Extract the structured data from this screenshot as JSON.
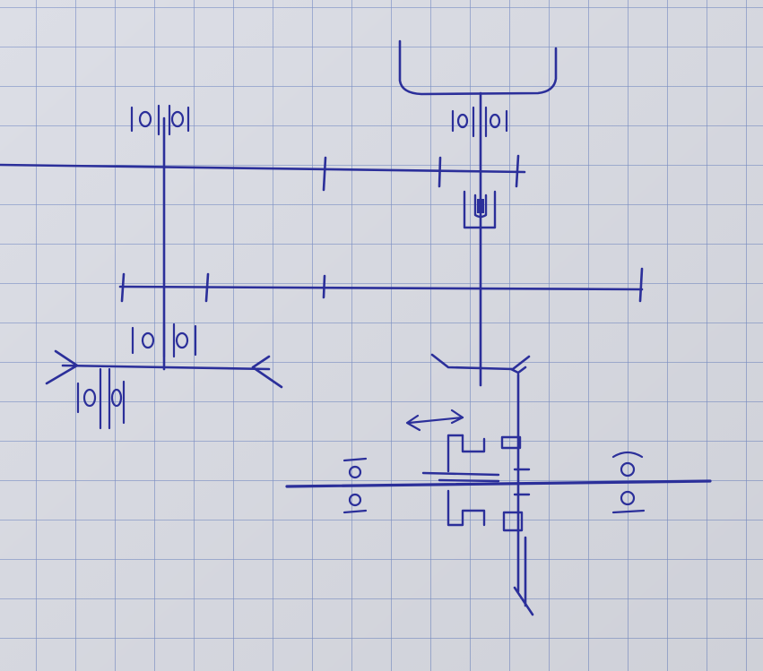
{
  "sheet": {
    "paper": "graph-paper",
    "paper_color": "#dcdee6",
    "grid_color": "#7f93c8",
    "ink_color": "#2b2f9a"
  },
  "diagram": {
    "kind": "hand-drawn kinematic scheme",
    "shafts": [
      "shaft-top",
      "shaft-middle",
      "shaft-bottom"
    ],
    "bearings": [
      "bearing-left-top",
      "bearing-left-mid",
      "bearing-left-low",
      "bearing-right-top",
      "bearing-bottom-mid"
    ],
    "mechanisms": [
      "sliding-gear-clutch",
      "shift-arrow",
      "output-shaft-right",
      "motor-bracket"
    ]
  }
}
